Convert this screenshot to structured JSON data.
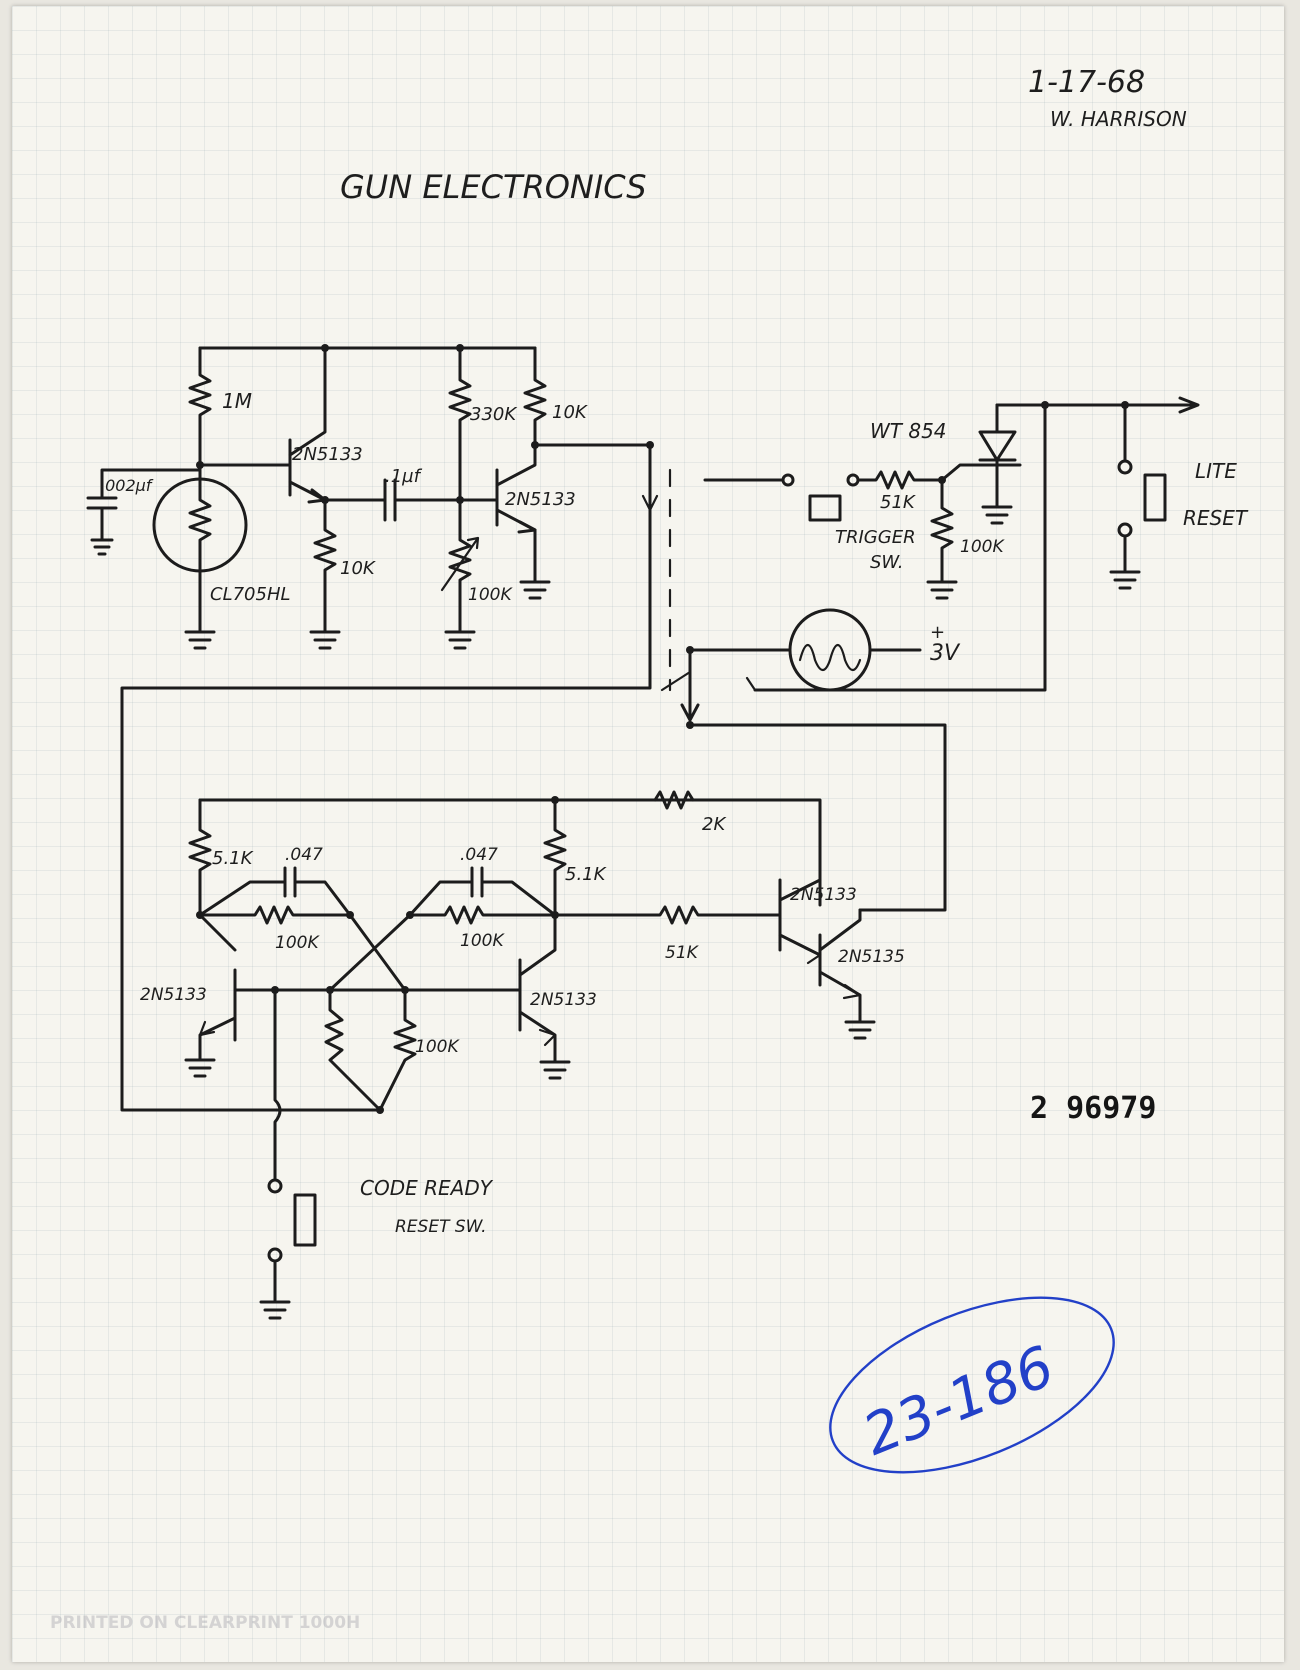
{
  "header": {
    "date": "1-17-68",
    "author": "W. HARRISON",
    "title": "GUN ELECTRONICS"
  },
  "components": {
    "r_1m": "1M",
    "q1": "2N5133",
    "cap_002": ".002µf",
    "photocell": "CL705HL",
    "r_10k_a": "10K",
    "cap_1uf": ".1µf",
    "r_330k": "330K",
    "r_10k_b": "10K",
    "q2": "2N5133",
    "r_100k_pot": "100K",
    "diode": "WT 854",
    "r_51k_trig": "51K",
    "r_100k_trig": "100K",
    "trigger_sw": "TRIGGER",
    "trigger_sw2": "SW.",
    "lite_reset_1": "LITE",
    "lite_reset_2": "RESET",
    "supply": "3V",
    "r_2k": "2K",
    "r_51k_base": "51K",
    "q_left": "2N5133",
    "q_right": "2N5133",
    "q_drv1": "2N5133",
    "q_drv2": "2N5135",
    "r_51k_left": "5.1K",
    "r_51k_right": "5.1K",
    "c_047_left": ".047",
    "c_047_right": ".047",
    "r_100k_left": "100K",
    "r_100k_right": "100K",
    "r_100k_bottom": "100K",
    "code_ready_1": "CODE READY",
    "code_ready_2": "RESET SW."
  },
  "stamp_number": "2 96979",
  "blue_annotation": "23-186",
  "footer_watermark": "PRINTED ON CLEARPRINT 1000H"
}
